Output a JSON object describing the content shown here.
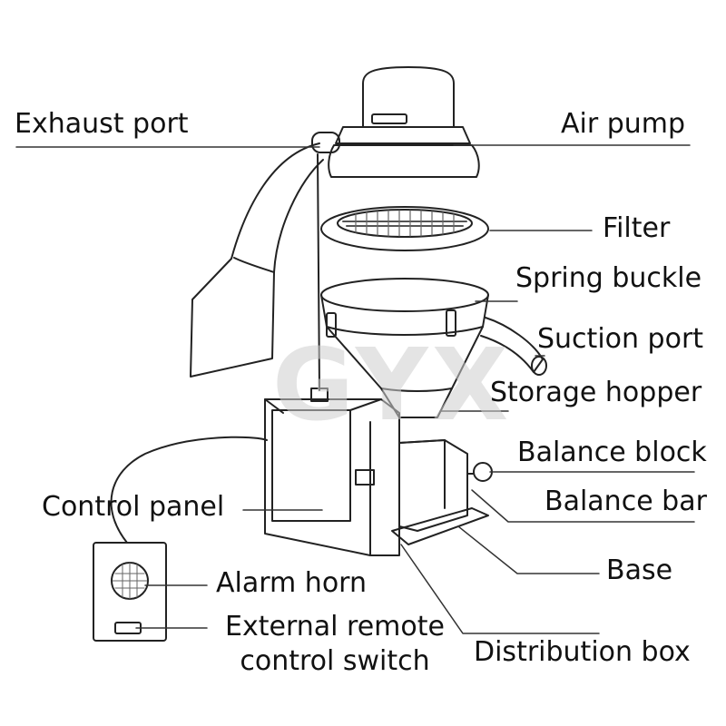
{
  "diagram": {
    "watermark": "GYX",
    "labels": {
      "exhaust_port": "Exhaust port",
      "air_pump": "Air pump",
      "filter": "Filter",
      "spring_buckle": "Spring buckle",
      "suction_port": "Suction port",
      "storage_hopper": "Storage hopper",
      "balance_block": "Balance block",
      "balance_bar": "Balance bar",
      "control_panel": "Control panel",
      "base": "Base",
      "alarm_horn": "Alarm horn",
      "external_remote_line1": "External remote",
      "external_remote_line2": "control switch",
      "distribution_box": "Distribution box"
    },
    "colors": {
      "line": "#222222",
      "text": "#111111",
      "watermark": "#cfcfcf"
    }
  }
}
